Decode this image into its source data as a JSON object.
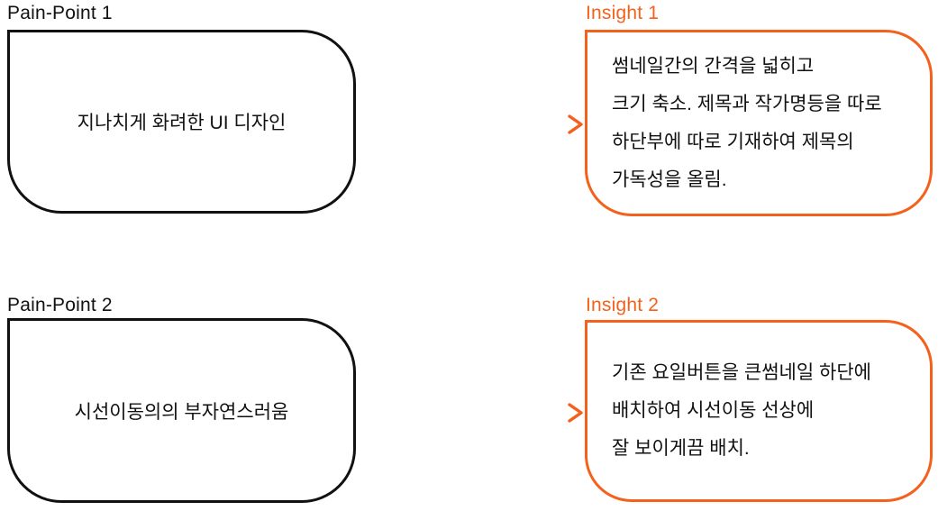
{
  "colors": {
    "accent_orange": "#F4611C",
    "ink_black": "#111111",
    "background": "#ffffff"
  },
  "rows": [
    {
      "pain_point": {
        "label": "Pain-Point 1",
        "text": "지나치게 화려한 UI 디자인"
      },
      "insight": {
        "label": "Insight 1",
        "lines": [
          "썸네일간의 간격을 넓히고",
          "크기 축소. 제목과 작가명등을 따로",
          "하단부에 따로 기재하여 제목의",
          "가독성을 올림."
        ]
      }
    },
    {
      "pain_point": {
        "label": "Pain-Point 2",
        "text": "시선이동의의 부자연스러움"
      },
      "insight": {
        "label": "Insight 2",
        "lines": [
          "기존 요일버튼을 큰썸네일 하단에",
          "배치하여 시선이동 선상에",
          "잘 보이게끔 배치."
        ]
      }
    }
  ]
}
